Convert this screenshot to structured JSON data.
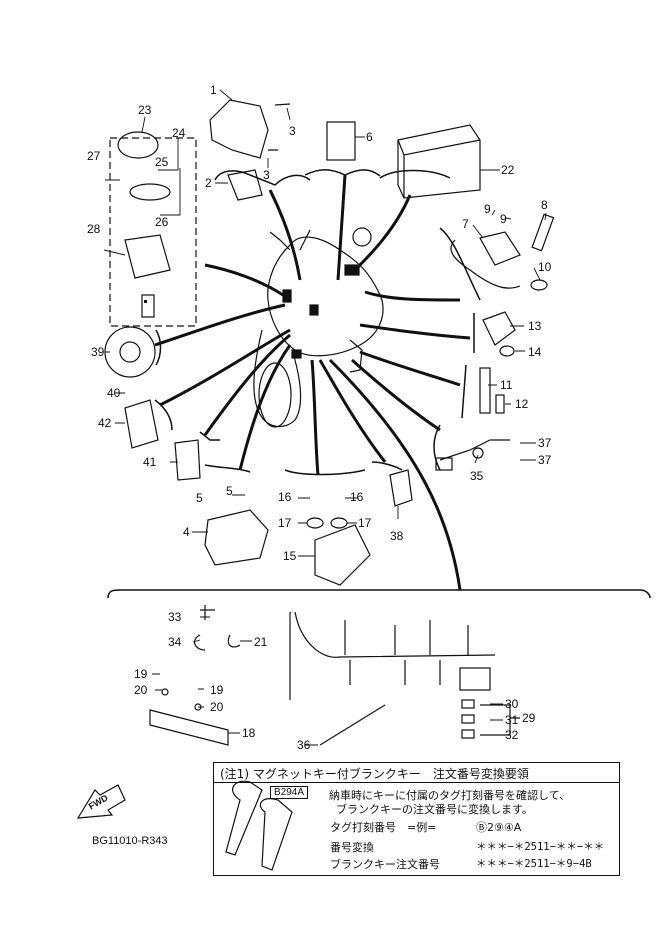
{
  "reference_code": "BG11010-R343",
  "fwd_label": "FWD",
  "callouts": {
    "c1": "1",
    "c2": "2",
    "c3a": "3",
    "c3b": "3",
    "c4": "4",
    "c5a": "5",
    "c5b": "5",
    "c6": "6",
    "c7": "7",
    "c8": "8",
    "c9a": "9",
    "c9b": "9",
    "c10": "10",
    "c11": "11",
    "c12": "12",
    "c13": "13",
    "c14": "14",
    "c15": "15",
    "c16a": "16",
    "c16b": "16",
    "c17a": "17",
    "c17b": "17",
    "c18": "18",
    "c19a": "19",
    "c19b": "19",
    "c20a": "20",
    "c20b": "20",
    "c21": "21",
    "c22": "22",
    "c23": "23",
    "c24": "24",
    "c25": "25",
    "c26": "26",
    "c27": "27",
    "c28": "28",
    "c29": "29",
    "c30": "30",
    "c31": "31",
    "c32": "32",
    "c33": "33",
    "c34": "34",
    "c35": "35",
    "c36": "36",
    "c37a": "37",
    "c37b": "37",
    "c38": "38",
    "c39": "39",
    "c40": "40",
    "c41": "41",
    "c42": "42"
  },
  "note": {
    "title": "(注1) マグネットキー付ブランクキー　注文番号変換要領",
    "line1": "納車時にキーに付属のタグ打刻番号を確認して、",
    "line2": "ブランクキーの注文番号に変換します。",
    "tag_label": "タグ打刻番号　=例=",
    "tag_value": "Ⓑ2⑨④A",
    "conv_label": "番号変換",
    "conv_value": "＊＊＊−＊2511−＊＊−＊＊",
    "order_label": "ブランクキー注文番号",
    "order_value": "＊＊＊−＊2511−＊9−4B",
    "key_tag": "B294A"
  }
}
